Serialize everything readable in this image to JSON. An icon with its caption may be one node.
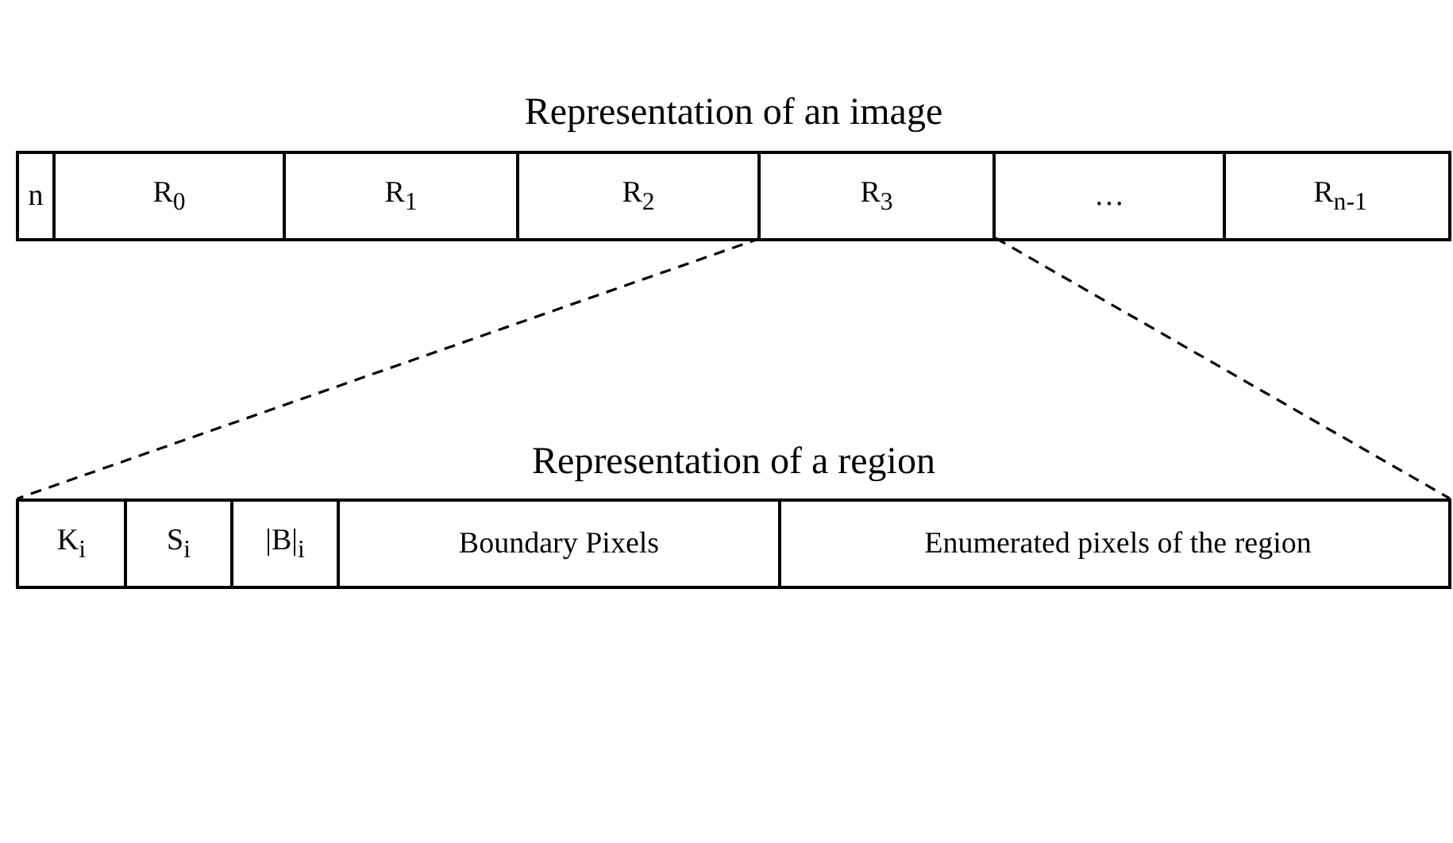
{
  "diagram": {
    "nodes": [
      {
        "text": [
          "Representation of an image"
        ]
      },
      {
        "text": [
          "n"
        ],
        "in": 0
      },
      {
        "text": [
          "R$_{0}$"
        ],
        "in": 0
      },
      {
        "text": [
          "R$_{1}$"
        ],
        "in": 0
      },
      {
        "text": [
          "R$_{2}$"
        ],
        "in": 0
      },
      {
        "text": [
          "R$_{3}$"
        ],
        "in": 0
      },
      {
        "text": [
          "…"
        ],
        "in": 0
      },
      {
        "text": [
          "R$_{n-1}$"
        ],
        "in": 0
      },
      {
        "text": [
          "Representation of a region"
        ]
      },
      {
        "text": [
          "K$_{i}$"
        ],
        "in": 8
      },
      {
        "text": [
          "S$_{i}$"
        ],
        "in": 8
      },
      {
        "text": [
          "|B|$_{i}$"
        ],
        "in": 8
      },
      {
        "text": [
          "Boundary Pixels"
        ],
        "in": 8
      },
      {
        "text": [
          "Enumerated pixels of the region"
        ],
        "in": 8
      }
    ],
    "edges": [
      {
        "from": 5,
        "to": 8,
        "arrow": "none",
        "style": "dashed"
      },
      {
        "from": 5,
        "to": 8,
        "arrow": "none",
        "style": "dashed"
      }
    ]
  }
}
